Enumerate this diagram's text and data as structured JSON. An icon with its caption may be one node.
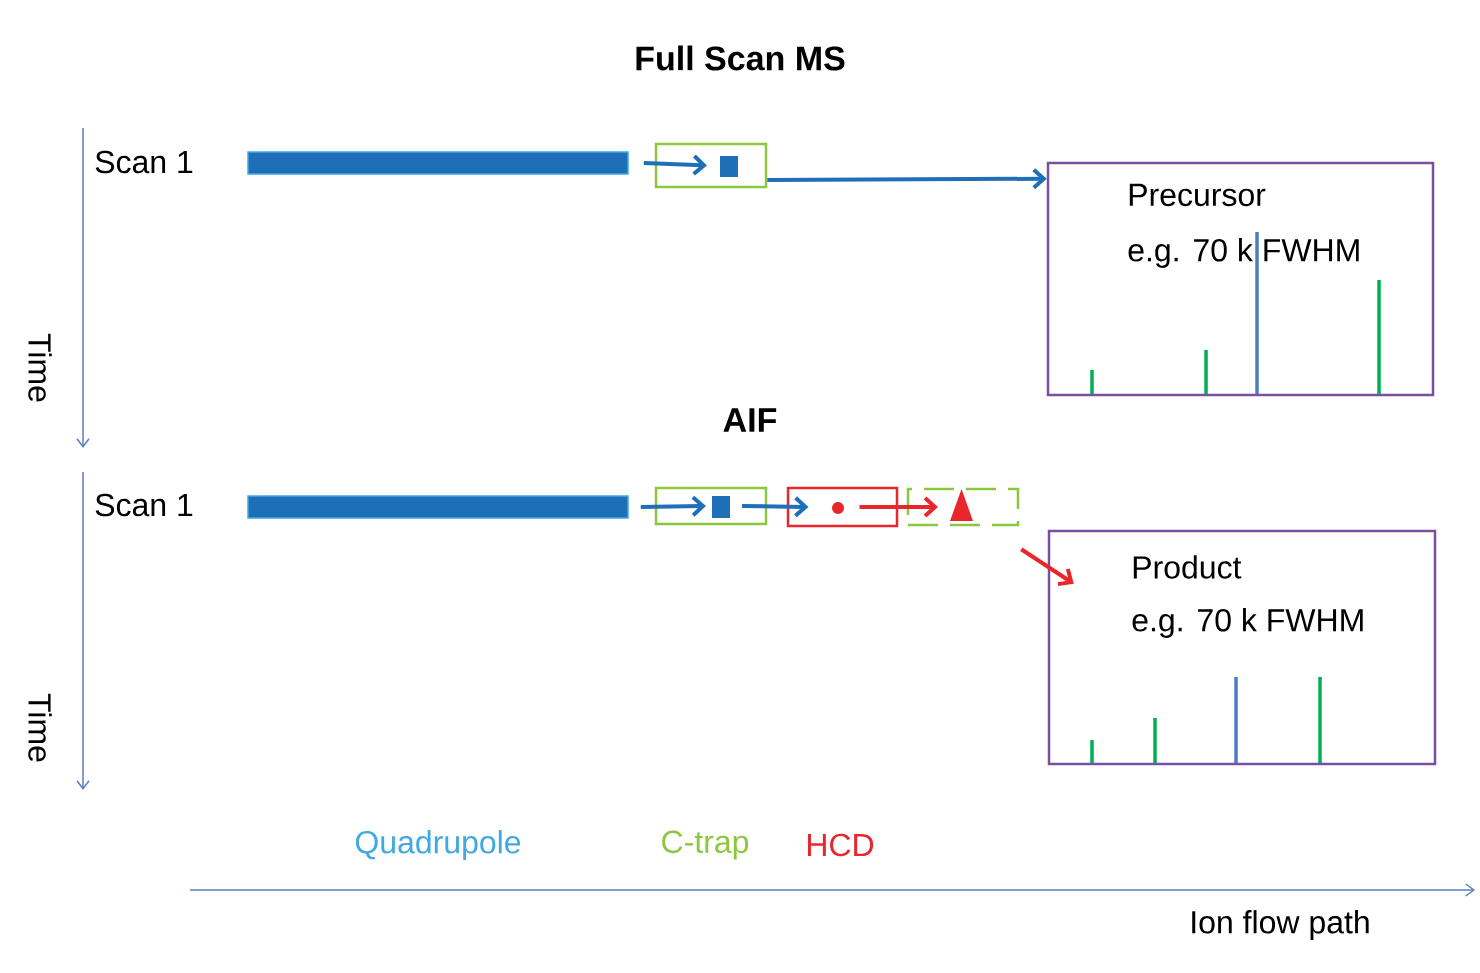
{
  "diagram": {
    "nodes": [
      {
        "text": [],
        "shape": "bar"
      },
      {
        "text": [],
        "shape": "box"
      },
      {
        "text": [
          "Precursor",
          "e.g. 70 k FWHM"
        ]
      },
      {
        "text": [],
        "shape": "bar"
      },
      {
        "text": [],
        "shape": "box"
      },
      {
        "text": [],
        "shape": "box"
      },
      {
        "text": [],
        "shape": "box"
      },
      {
        "text": [
          "Product",
          "e.g. 70 k FWHM"
        ]
      }
    ],
    "edges": [
      {
        "from": 0,
        "to": 1,
        "arrow": "to"
      },
      {
        "from": 1,
        "to": 2,
        "arrow": "to"
      },
      {
        "from": 3,
        "to": 4,
        "arrow": "to"
      },
      {
        "from": 4,
        "to": 5,
        "arrow": "to"
      },
      {
        "from": 5,
        "to": 6,
        "arrow": "to",
        "color": "#e8262b"
      },
      {
        "from": 6,
        "to": 7,
        "arrow": "to",
        "color": "#e8262b"
      }
    ],
    "labels": [
      "Full Scan MS",
      "Scan 1",
      "Time",
      "AIF",
      "Scan 1",
      "Time",
      "Quadrupole",
      "C-trap",
      "HCD",
      "Ion flow path"
    ]
  }
}
